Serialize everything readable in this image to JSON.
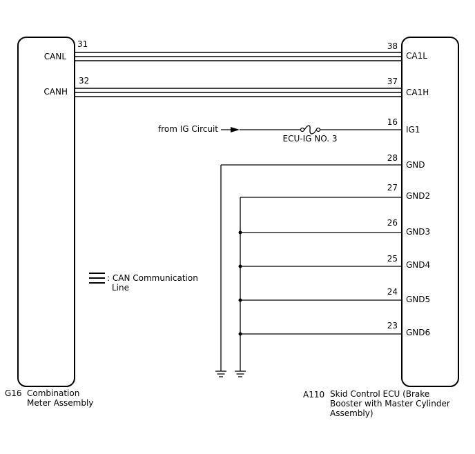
{
  "left_component": {
    "code": "G16",
    "name_line1": "Combination",
    "name_line2": "Meter Assembly",
    "pins": [
      {
        "label": "CANL",
        "pin": "31"
      },
      {
        "label": "CANH",
        "pin": "32"
      }
    ]
  },
  "right_component": {
    "code": "A110",
    "name_line1": "Skid Control ECU (Brake",
    "name_line2": "Booster with Master Cylinder",
    "name_line3": "Assembly)",
    "pins": [
      {
        "label": "CA1L",
        "pin": "38"
      },
      {
        "label": "CA1H",
        "pin": "37"
      },
      {
        "label": "IG1",
        "pin": "16"
      },
      {
        "label": "GND",
        "pin": "28"
      },
      {
        "label": "GND2",
        "pin": "27"
      },
      {
        "label": "GND3",
        "pin": "26"
      },
      {
        "label": "GND4",
        "pin": "25"
      },
      {
        "label": "GND5",
        "pin": "24"
      },
      {
        "label": "GND6",
        "pin": "23"
      }
    ]
  },
  "ig_source": "from IG Circuit",
  "fuse_label": "ECU-IG NO. 3",
  "legend": {
    "line1": ": CAN Communication",
    "line2": "Line"
  }
}
